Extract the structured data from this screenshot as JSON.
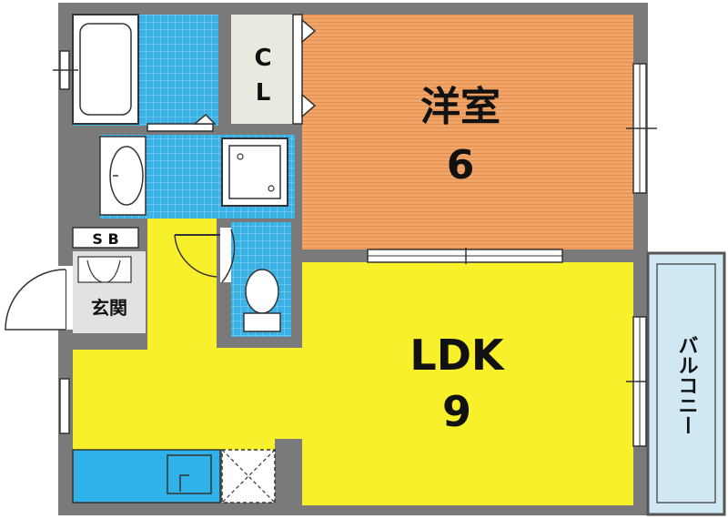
{
  "rooms": {
    "western_room": {
      "label": "洋室",
      "size": "6"
    },
    "ldk": {
      "label": "LDK",
      "size": "9"
    },
    "closet": {
      "line1": "C",
      "line2": "L"
    },
    "shoe_box": {
      "label": "S B"
    },
    "entrance": {
      "label": "玄関"
    },
    "balcony": {
      "label": "バルコニー"
    }
  },
  "colors": {
    "western_room": "#f0a468",
    "ldk": "#f7f02a",
    "tile": "#3ab2e6",
    "wall": "#7a7a7a",
    "kitchen": "#2fb2e8",
    "balcony": "#cfe8f4",
    "entrance": "#e2e2e2",
    "closet": "#e8eae0"
  }
}
